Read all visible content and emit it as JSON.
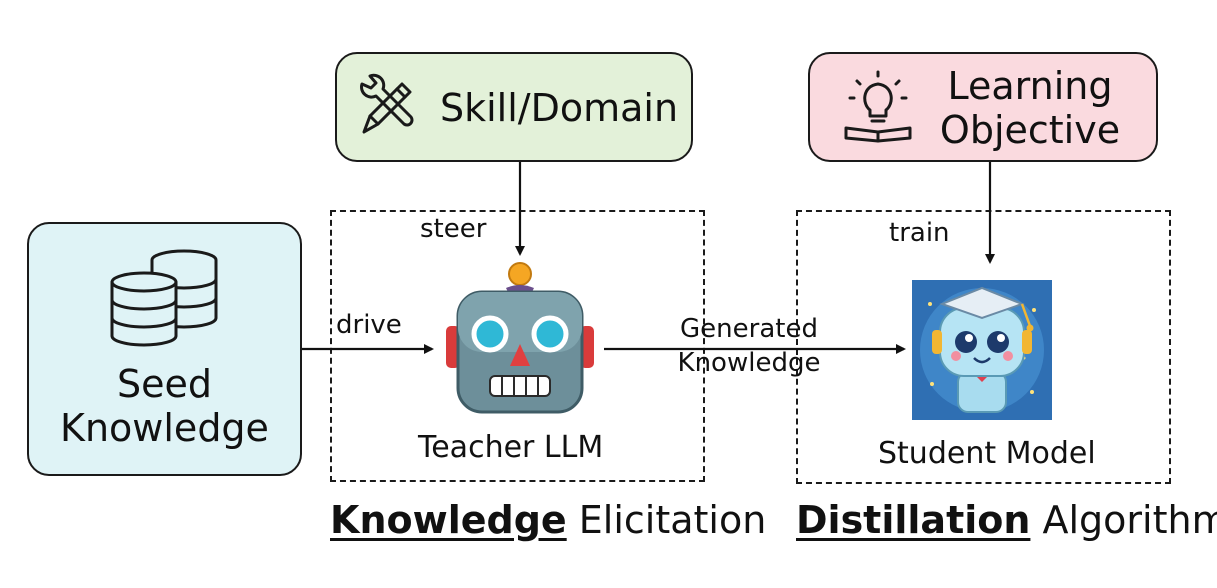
{
  "nodes": {
    "skill_domain": "Skill/Domain",
    "learning_objective_line1": "Learning",
    "learning_objective_line2": "Objective",
    "seed_line1": "Seed",
    "seed_line2": "Knowledge",
    "teacher": "Teacher LLM",
    "student": "Student Model"
  },
  "edges": {
    "steer": "steer",
    "train": "train",
    "drive": "drive",
    "generated_line1": "Generated",
    "generated_line2": "Knowledge"
  },
  "sections": {
    "elicitation_bold": "Knowledge",
    "elicitation_rest": " Elicitation",
    "algorithm_bold": "Distillation",
    "algorithm_rest": " Algorithm"
  },
  "colors": {
    "skill_fill": "#e3f1d9",
    "objective_fill": "#fadadf",
    "seed_fill": "#dff3f6"
  },
  "icons": [
    "tools-icon",
    "lightbulb-book-icon",
    "database-icon",
    "robot-teacher-icon",
    "robot-student-icon"
  ]
}
